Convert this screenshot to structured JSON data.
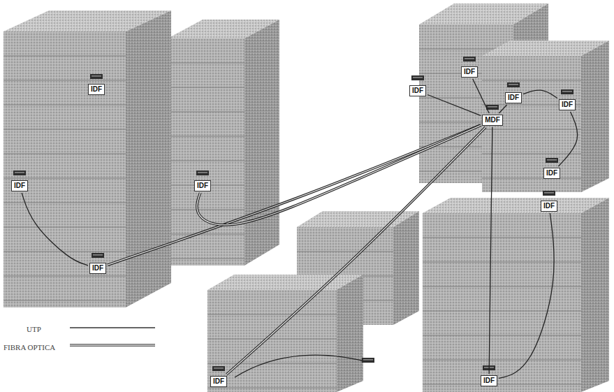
{
  "diagram": {
    "nodes": [
      {
        "text": [
          "IDF"
        ]
      },
      {
        "text": [
          "IDF"
        ]
      },
      {
        "text": [
          "IDF"
        ]
      },
      {
        "text": [
          "IDF"
        ]
      },
      {
        "text": [
          "IDF"
        ]
      },
      {
        "text": [
          "MDF"
        ]
      },
      {
        "text": [
          "IDF"
        ]
      },
      {
        "text": [
          "IDF"
        ]
      },
      {
        "text": [
          "IDF"
        ]
      },
      {
        "text": [
          "IDF"
        ]
      },
      {
        "text": [
          "IDF"
        ]
      },
      {
        "text": [
          "IDF"
        ]
      },
      {
        "text": [
          "IDF"
        ]
      }
    ],
    "edges": [
      {
        "from": 7,
        "to": 10,
        "arrow": "none"
      },
      {
        "from": 10,
        "to": 5,
        "arrow": "none"
      },
      {
        "from": 8,
        "to": 5,
        "arrow": "none"
      },
      {
        "from": 11,
        "to": 5,
        "arrow": "none"
      },
      {
        "from": 5,
        "to": 2,
        "arrow": "none"
      },
      {
        "from": 5,
        "to": 0,
        "arrow": "none"
      },
      {
        "from": 5,
        "to": 3,
        "arrow": "none"
      },
      {
        "from": 3,
        "to": 4,
        "arrow": "none"
      },
      {
        "from": 4,
        "to": 6,
        "arrow": "none"
      },
      {
        "from": 5,
        "to": 12,
        "arrow": "none"
      },
      {
        "from": 12,
        "to": 9,
        "arrow": "none"
      }
    ],
    "legend": [
      {
        "text": "UTP"
      },
      {
        "text": "FIBRA OPTICA"
      }
    ]
  }
}
